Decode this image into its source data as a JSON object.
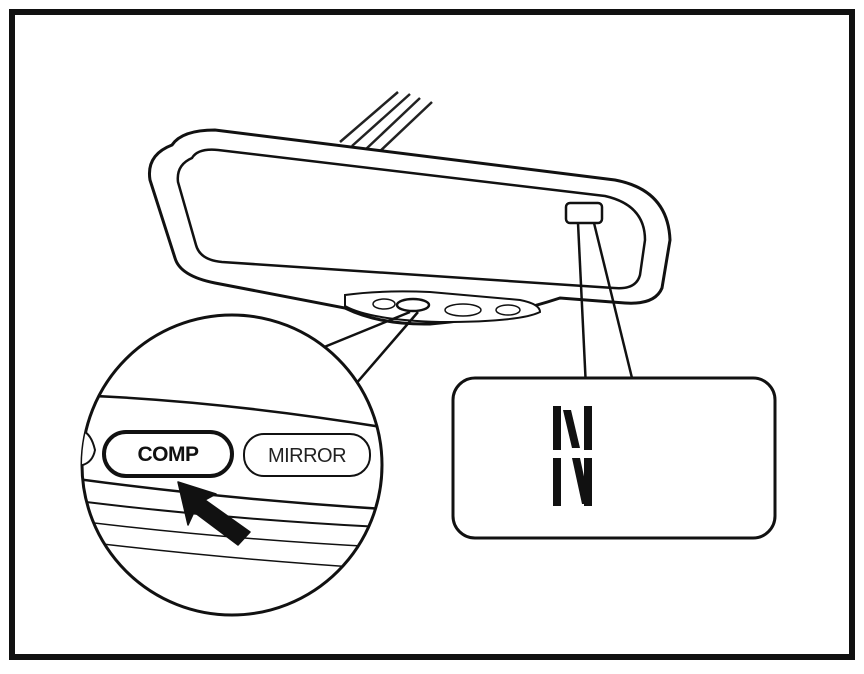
{
  "diagram": {
    "mirror_buttons": {
      "comp_label": "COMP",
      "mirror_label": "MIRROR"
    },
    "compass_display": {
      "heading": "N"
    }
  }
}
